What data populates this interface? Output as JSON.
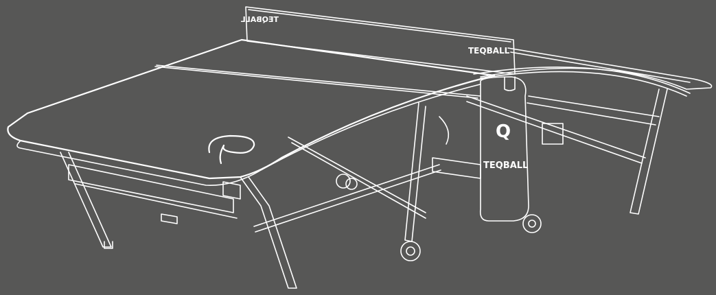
{
  "image": {
    "description_colors": {
      "background": "#575756",
      "line": "#ffffff"
    }
  },
  "net": {
    "brand_text": "TEQBALL",
    "brand_text_mirrored": "TEQBALL"
  },
  "panel": {
    "logo_letter": "Q",
    "brand_text": "TEQBALL"
  },
  "icons": {
    "table_logo": "teqball-q-logo-icon",
    "wheel": "caster-wheel-icon"
  }
}
